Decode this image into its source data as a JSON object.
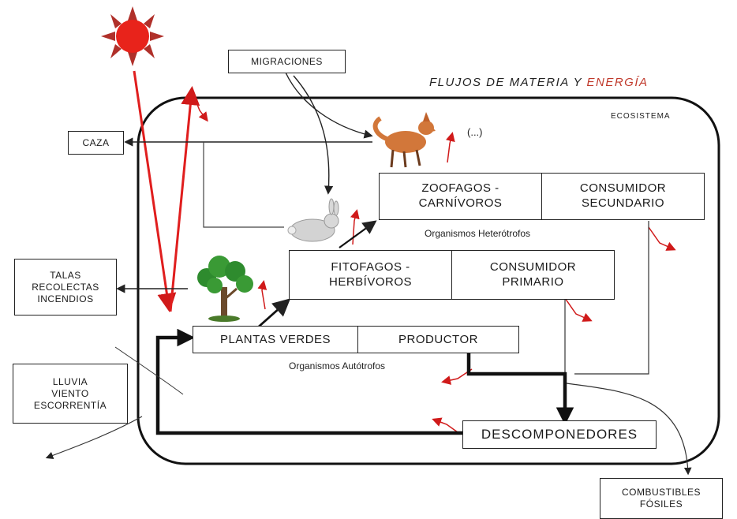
{
  "title": {
    "part1": "FLUJOS DE MATERIA Y ",
    "part2": "ENERGÍA"
  },
  "ecosystem_label": "ECOSISTEMA",
  "boxes": {
    "migraciones": "MIGRACIONES",
    "caza": "CAZA",
    "talas": [
      "TALAS",
      "RECOLECTAS",
      "INCENDIOS"
    ],
    "lluvia": [
      "LLUVIA",
      "VIENTO",
      "ESCORRENTÍA"
    ],
    "zoofagos": [
      "ZOOFAGOS -",
      "CARNÍVOROS"
    ],
    "consumidor_secundario": [
      "CONSUMIDOR",
      "SECUNDARIO"
    ],
    "fitofagos": [
      "FITOFAGOS -",
      "HERBÍVOROS"
    ],
    "consumidor_primario": [
      "CONSUMIDOR",
      "PRIMARIO"
    ],
    "plantas_verdes": "PLANTAS VERDES",
    "productor": "PRODUCTOR",
    "descomponedores": "DESCOMPONEDORES",
    "combustibles": [
      "COMBUSTIBLES",
      "FÓSILES"
    ]
  },
  "labels": {
    "heterotrofos": "Organismos Heterótrofos",
    "autotrofos": "Organismos Autótrofos",
    "ellipsis": "(...)"
  },
  "icons": [
    "sun-icon",
    "fox-icon",
    "rabbit-icon",
    "tree-icon"
  ],
  "colors": {
    "energy": "#c0392b",
    "sun": "#e01e1e",
    "line": "#222222"
  }
}
